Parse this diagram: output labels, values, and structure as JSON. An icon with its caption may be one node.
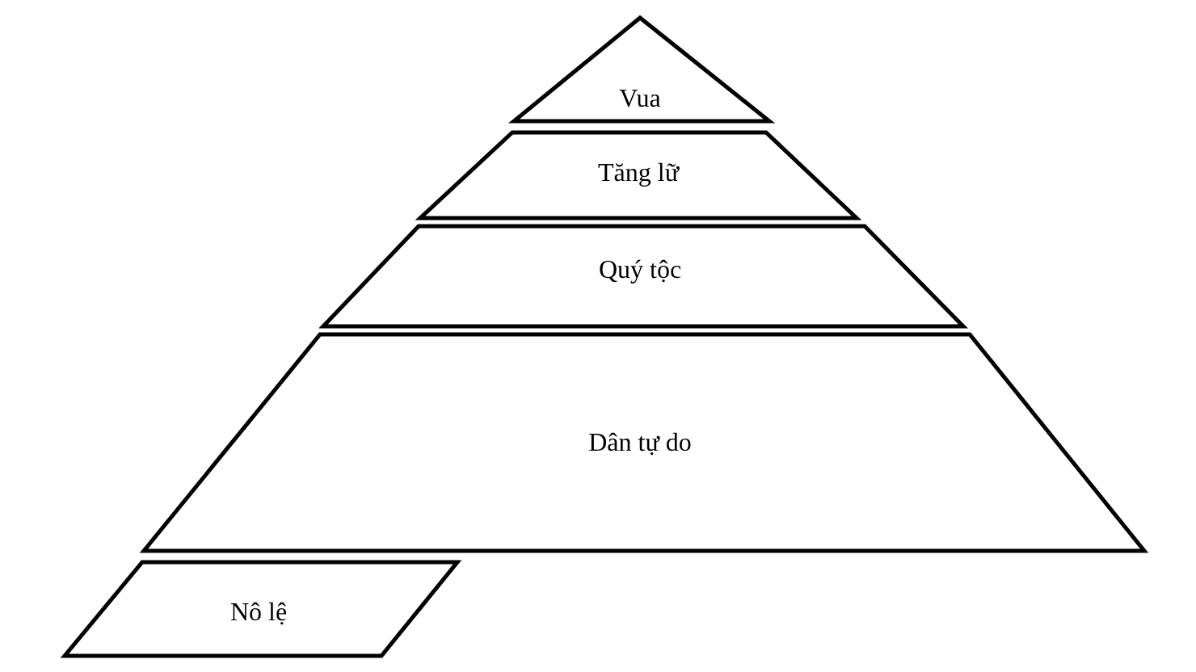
{
  "diagram": {
    "nodes": [
      {
        "text": [
          "Vua"
        ]
      },
      {
        "text": [
          "Tăng lữ"
        ]
      },
      {
        "text": [
          "Quý tộc"
        ]
      },
      {
        "text": [
          "Dân tự do"
        ]
      },
      {
        "text": [
          "Nô lệ"
        ]
      }
    ]
  }
}
